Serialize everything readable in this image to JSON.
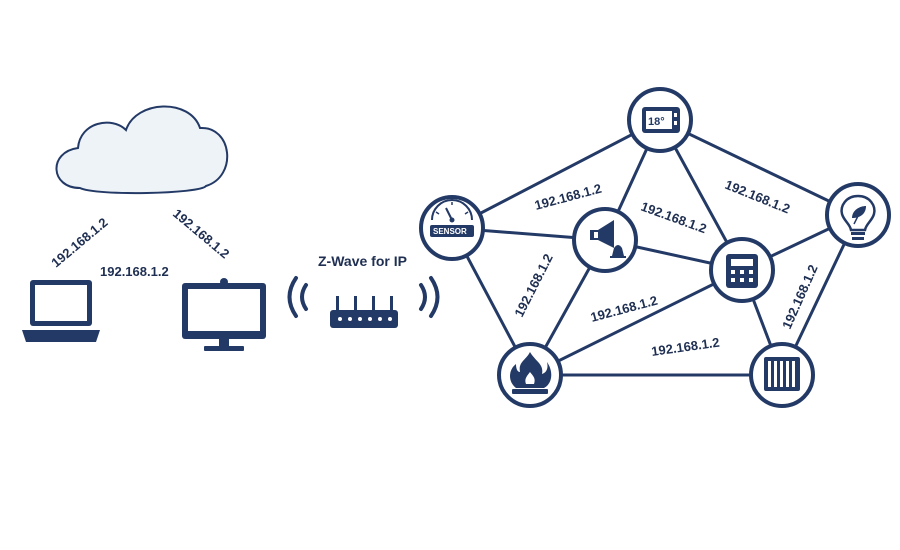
{
  "diagram": {
    "title": "Z-Wave for IP",
    "colors": {
      "navy": "#243a66",
      "text": "#1f2f52",
      "cloud_stroke": "#243a66",
      "cloud_fill": "#eef3f8",
      "background": "#ffffff"
    },
    "cloud": {
      "icon": "cloud-icon"
    },
    "left_labels": {
      "cloud_to_laptop": "192.168.1.2",
      "cloud_to_monitor": "192.168.1.2",
      "laptop_to_monitor": "192.168.1.2"
    },
    "devices": {
      "laptop": {
        "icon": "laptop-icon"
      },
      "monitor": {
        "icon": "monitor-icon"
      },
      "router": {
        "icon": "router-icon"
      }
    },
    "mesh_nodes": {
      "thermostat": {
        "icon": "thermostat-icon",
        "text": "18°"
      },
      "sensor": {
        "icon": "sensor-gauge-icon",
        "text": "SENSOR"
      },
      "siren": {
        "icon": "siren-icon"
      },
      "keypad": {
        "icon": "keypad-icon"
      },
      "bulb": {
        "icon": "bulb-icon"
      },
      "fire": {
        "icon": "fire-alarm-icon"
      },
      "radiator": {
        "icon": "radiator-icon"
      }
    },
    "mesh_labels": {
      "sensor_thermostat": "192.168.1.2",
      "thermostat_bulb": "192.168.1.2",
      "siren_keypad": "192.168.1.2",
      "sensor_fire": "192.168.1.2",
      "fire_keypad": "192.168.1.2",
      "fire_radiator": "192.168.1.2",
      "bulb_radiator": "192.168.1.2"
    }
  }
}
